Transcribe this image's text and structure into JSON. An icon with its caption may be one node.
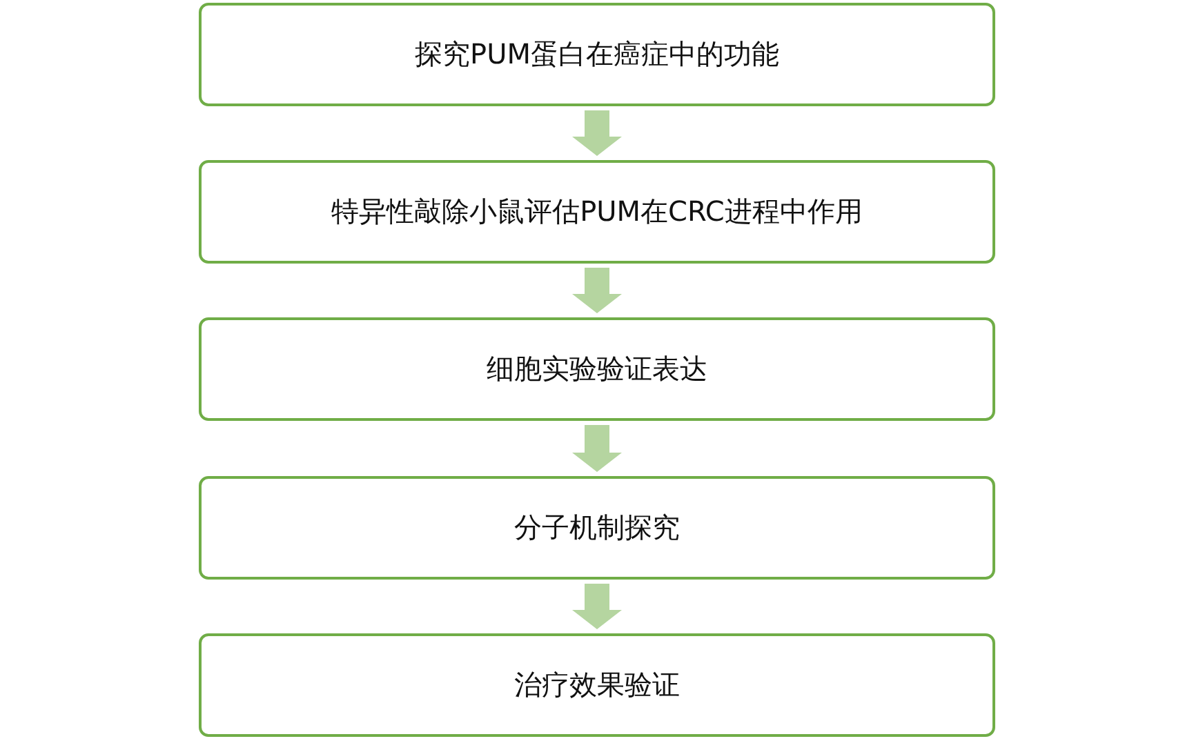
{
  "diagram": {
    "nodes": [
      {
        "text": [
          "探究PUM蛋白在癌症中的功能"
        ]
      },
      {
        "text": [
          "特异性敲除小鼠评估PUM在CRC进程中作用"
        ]
      },
      {
        "text": [
          "细胞实验验证表达"
        ]
      },
      {
        "text": [
          "分子机制探究"
        ]
      },
      {
        "text": [
          "治疗效果验证"
        ]
      }
    ],
    "edges": [
      {
        "from": 0,
        "to": 1,
        "arrow": "to"
      },
      {
        "from": 1,
        "to": 2,
        "arrow": "to"
      },
      {
        "from": 2,
        "to": 3,
        "arrow": "to"
      },
      {
        "from": 3,
        "to": 4,
        "arrow": "to"
      }
    ]
  }
}
